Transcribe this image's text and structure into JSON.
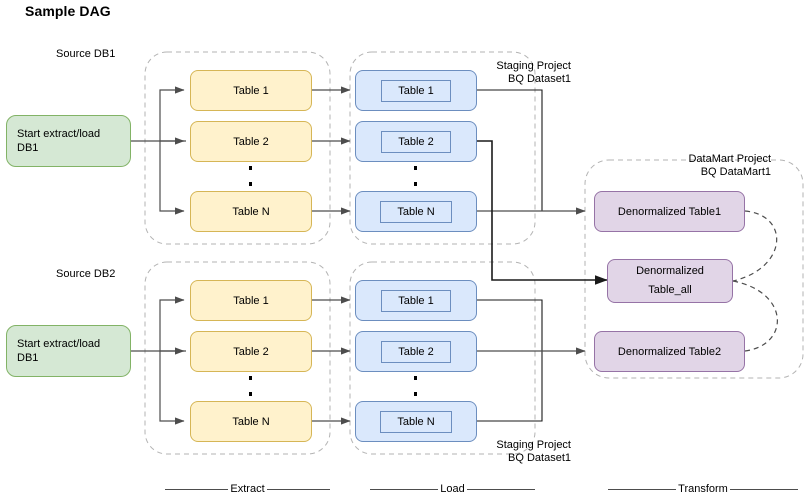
{
  "title": "Sample DAG",
  "groups": {
    "source_db1_label": "Source DB1",
    "source_db2_label": "Source DB2",
    "staging_label_top": "Staging Project\nBQ Dataset1",
    "staging_label_bottom": "Staging Project\nBQ Dataset1",
    "datamart_label": "DataMart Project\nBQ DataMart1"
  },
  "start_nodes": [
    {
      "id": "start-db1",
      "label": "Start extract/load\nDB1"
    },
    {
      "id": "start-db2",
      "label": "Start extract/load\nDB1"
    }
  ],
  "extract": {
    "db1": [
      {
        "label": "Table 1"
      },
      {
        "label": "Table 2"
      },
      {
        "label": "Table N"
      }
    ],
    "db2": [
      {
        "label": "Table 1"
      },
      {
        "label": "Table 2"
      },
      {
        "label": "Table N"
      }
    ]
  },
  "load": {
    "dataset1_top": [
      {
        "label": "Table 1"
      },
      {
        "label": "Table 2"
      },
      {
        "label": "Table N"
      }
    ],
    "dataset1_bottom": [
      {
        "label": "Table 1"
      },
      {
        "label": "Table 2"
      },
      {
        "label": "Table N"
      }
    ]
  },
  "transform": [
    {
      "label": "Denormalized Table1"
    },
    {
      "label": "Denormalized\nTable_all"
    },
    {
      "label": "Denormalized Table2"
    }
  ],
  "stage_labels": [
    {
      "label": "Extract"
    },
    {
      "label": "Load"
    },
    {
      "label": "Transform"
    }
  ],
  "colors": {
    "green_fill": "#d5e8d4",
    "green_stroke": "#82b366",
    "yellow_fill": "#fff2cc",
    "yellow_stroke": "#d6b656",
    "blue_fill": "#dae8fc",
    "blue_stroke": "#6c8ebf",
    "purple_fill": "#e1d5e7",
    "purple_stroke": "#9673a6",
    "edge": "#4d4d4d",
    "group_dash": "#b3b3b3"
  }
}
